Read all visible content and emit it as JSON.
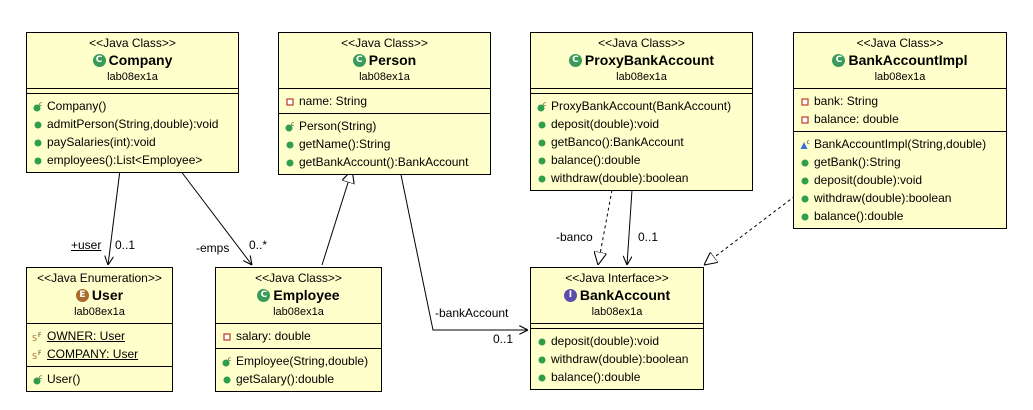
{
  "classes": {
    "company": {
      "stereotype": "<<Java Class>>",
      "name": "Company",
      "package": "lab08ex1a",
      "kind_icon": "class-icon",
      "attributes": [],
      "methods": [
        {
          "text": "Company()",
          "vis": "constructor-icon"
        },
        {
          "text": "admitPerson(String,double):void",
          "vis": "public-icon"
        },
        {
          "text": "paySalaries(int):void",
          "vis": "public-icon"
        },
        {
          "text": "employees():List<Employee>",
          "vis": "public-icon"
        }
      ]
    },
    "person": {
      "stereotype": "<<Java Class>>",
      "name": "Person",
      "package": "lab08ex1a",
      "kind_icon": "class-icon",
      "attributes": [
        {
          "text": "name: String",
          "vis": "private-icon"
        }
      ],
      "methods": [
        {
          "text": "Person(String)",
          "vis": "constructor-icon"
        },
        {
          "text": "getName():String",
          "vis": "public-icon"
        },
        {
          "text": "getBankAccount():BankAccount",
          "vis": "public-icon"
        }
      ]
    },
    "proxy": {
      "stereotype": "<<Java Class>>",
      "name": "ProxyBankAccount",
      "package": "lab08ex1a",
      "kind_icon": "class-icon",
      "attributes": [],
      "methods": [
        {
          "text": "ProxyBankAccount(BankAccount)",
          "vis": "constructor-icon"
        },
        {
          "text": "deposit(double):void",
          "vis": "public-icon"
        },
        {
          "text": "getBanco():BankAccount",
          "vis": "public-icon"
        },
        {
          "text": "balance():double",
          "vis": "public-icon"
        },
        {
          "text": "withdraw(double):boolean",
          "vis": "public-icon"
        }
      ]
    },
    "impl": {
      "stereotype": "<<Java Class>>",
      "name": "BankAccountImpl",
      "package": "lab08ex1a",
      "kind_icon": "class-icon",
      "attributes": [
        {
          "text": "bank: String",
          "vis": "private-icon"
        },
        {
          "text": "balance: double",
          "vis": "private-icon"
        }
      ],
      "methods": [
        {
          "text": "BankAccountImpl(String,double)",
          "vis": "protected-constructor-icon"
        },
        {
          "text": "getBank():String",
          "vis": "public-icon"
        },
        {
          "text": "deposit(double):void",
          "vis": "public-icon"
        },
        {
          "text": "withdraw(double):boolean",
          "vis": "public-icon"
        },
        {
          "text": "balance():double",
          "vis": "public-icon"
        }
      ]
    },
    "user": {
      "stereotype": "<<Java Enumeration>>",
      "name": "User",
      "package": "lab08ex1a",
      "kind_icon": "enum-icon",
      "attributes": [
        {
          "text": "OWNER: User",
          "vis": "static-final-icon",
          "underline": true
        },
        {
          "text": "COMPANY: User",
          "vis": "static-final-icon",
          "underline": true
        }
      ],
      "methods": [
        {
          "text": "User()",
          "vis": "constructor-icon"
        }
      ]
    },
    "employee": {
      "stereotype": "<<Java Class>>",
      "name": "Employee",
      "package": "lab08ex1a",
      "kind_icon": "class-icon",
      "attributes": [
        {
          "text": "salary: double",
          "vis": "private-icon"
        }
      ],
      "methods": [
        {
          "text": "Employee(String,double)",
          "vis": "constructor-icon"
        },
        {
          "text": "getSalary():double",
          "vis": "public-icon"
        }
      ]
    },
    "bankaccount": {
      "stereotype": "<<Java Interface>>",
      "name": "BankAccount",
      "package": "lab08ex1a",
      "kind_icon": "interface-icon",
      "attributes": [],
      "methods": [
        {
          "text": "deposit(double):void",
          "vis": "public-icon"
        },
        {
          "text": "withdraw(double):boolean",
          "vis": "public-icon"
        },
        {
          "text": "balance():double",
          "vis": "public-icon"
        }
      ]
    }
  },
  "labels": {
    "user_role": "+user",
    "user_mult": "0..1",
    "emps_role": "-emps",
    "emps_mult": "0..*",
    "banco_role": "-banco",
    "banco_mult": "0..1",
    "bankaccount_role": "-bankAccount",
    "bankaccount_mult": "0..1"
  },
  "colors": {
    "box_fill": "#ffffcc",
    "class_badge": "#3a9a5a",
    "enum_badge": "#a86b2c",
    "interface_badge": "#5a4fa8",
    "public": "#2e9e4a",
    "private": "#c0392b"
  }
}
